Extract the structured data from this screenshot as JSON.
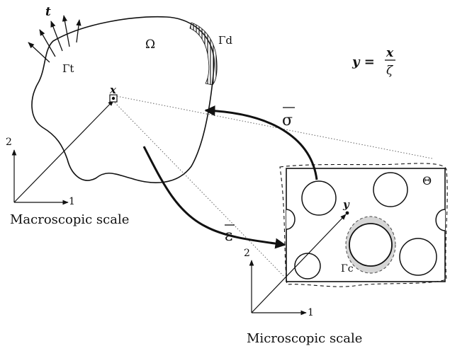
{
  "labels": {
    "traction": "t",
    "omega": "Ω",
    "gamma_d": "Γd",
    "gamma_t": "Γt",
    "point_x": "x",
    "equation_lhs": "y =",
    "equation_num": "x",
    "equation_den": "ζ",
    "sigma": "σ",
    "epsilon": "ε",
    "macro_axis_2": "2",
    "macro_axis_1": "1",
    "macro_caption": "Macroscopic scale",
    "theta": "Θ",
    "point_y": "y",
    "gamma_c": "Γc",
    "micro_axis_2": "2",
    "micro_axis_1": "1",
    "micro_caption": "Microscopic scale"
  }
}
